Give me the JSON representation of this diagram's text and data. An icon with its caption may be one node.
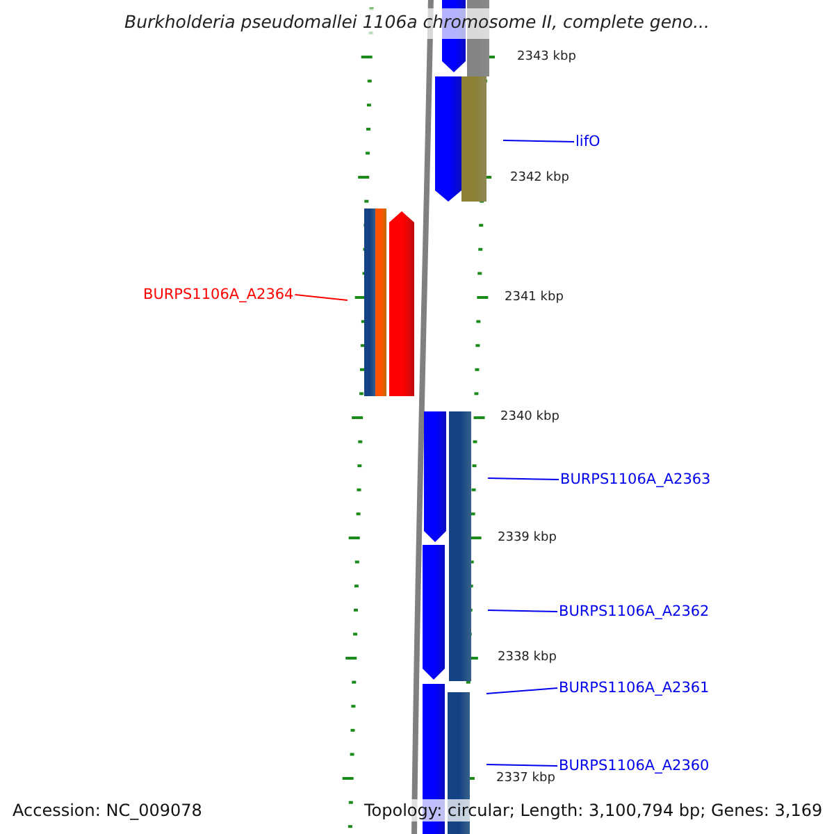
{
  "diagram": {
    "title": "Burkholderia pseudomallei 1106a chromosome II, complete geno...",
    "nodes": [
      {
        "text": [],
        "shape": "bar"
      },
      {
        "text": [],
        "shape": "bar"
      },
      {
        "text": [],
        "shape": "bar"
      },
      {
        "text": [],
        "shape": "bar"
      },
      {
        "text": [
          "lifO"
        ]
      },
      {
        "text": [],
        "shape": "bar"
      },
      {
        "text": [],
        "shape": "bar"
      },
      {
        "text": [],
        "shape": "bar"
      },
      {
        "text": [
          "BURPS1106A_A2364"
        ]
      },
      {
        "text": [],
        "shape": "bar"
      },
      {
        "text": [],
        "shape": "bar"
      },
      {
        "text": [
          "BURPS1106A_A2363"
        ]
      },
      {
        "text": [],
        "shape": "bar"
      },
      {
        "text": [
          "BURPS1106A_A2362"
        ]
      },
      {
        "text": [],
        "shape": "bar"
      },
      {
        "text": [],
        "shape": "bar"
      },
      {
        "text": [
          "BURPS1106A_A2361"
        ]
      },
      {
        "text": [
          "BURPS1106A_A2360"
        ]
      }
    ],
    "edges": [
      {
        "from": 4,
        "to": 3,
        "arrow": "none"
      },
      {
        "from": 8,
        "to": 5,
        "arrow": "none",
        "color": "#ff0000"
      },
      {
        "from": 11,
        "to": 10,
        "arrow": "none"
      },
      {
        "from": 13,
        "to": 10,
        "arrow": "none"
      },
      {
        "from": 16,
        "to": 15,
        "arrow": "none"
      },
      {
        "from": 17,
        "to": 15,
        "arrow": "none"
      }
    ],
    "labels": [
      "2343 kbp",
      "2342 kbp",
      "2341 kbp",
      "2340 kbp",
      "2339 kbp",
      "2338 kbp",
      "2337 kbp",
      "Accession: NC_009078",
      "Topology: circular; Length: 3,100,794 bp; Genes: 3,169"
    ]
  }
}
